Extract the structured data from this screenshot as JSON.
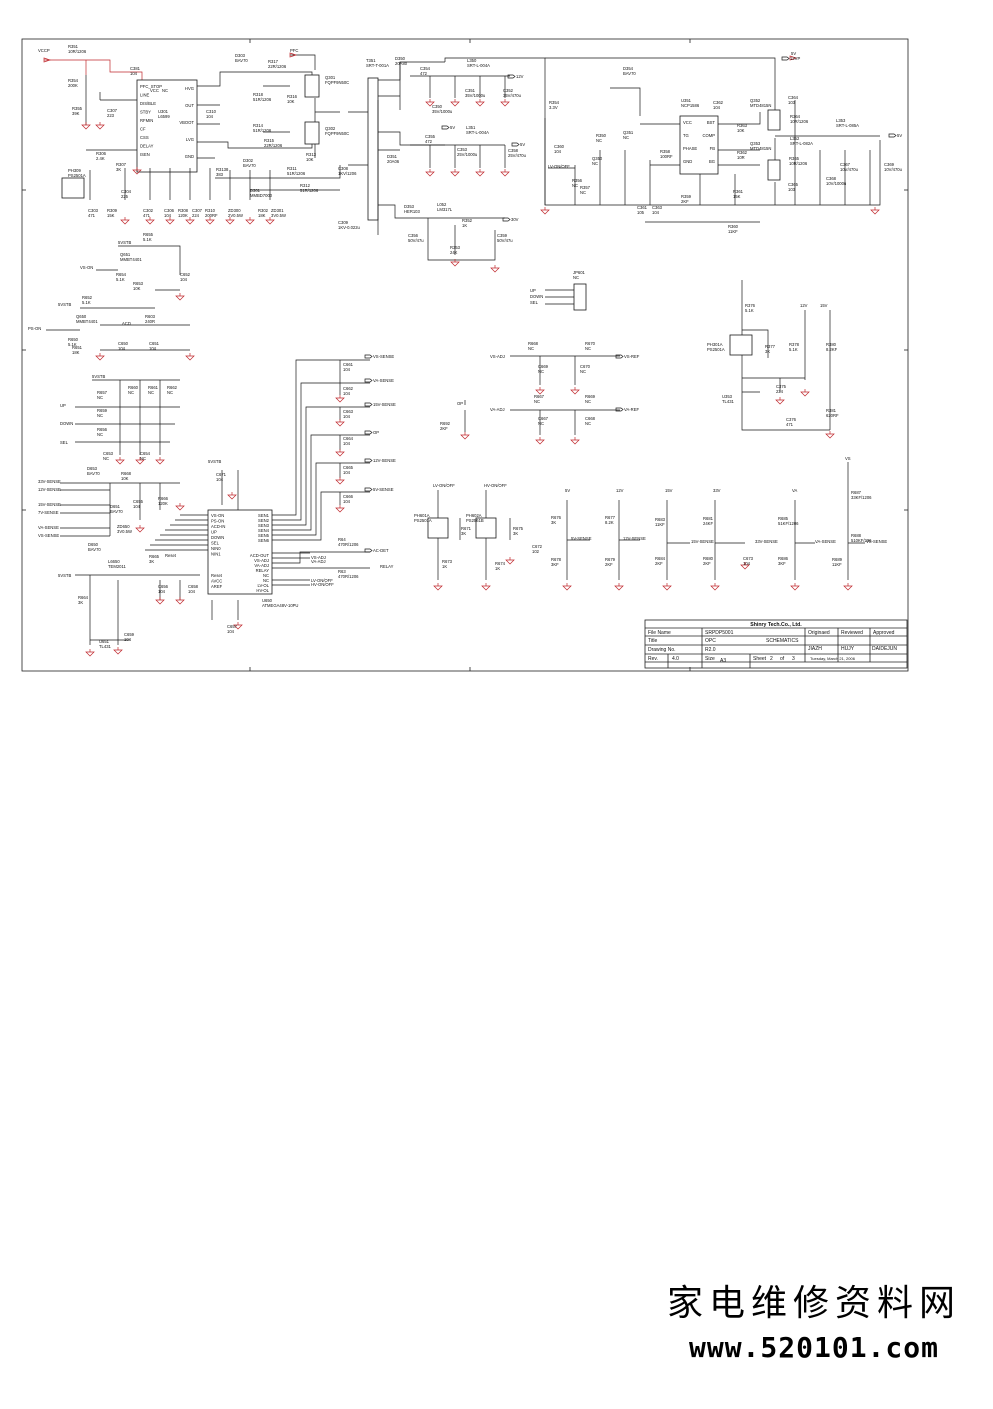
{
  "power_nets": [
    "VCCP",
    "PFC",
    "12V",
    "5V",
    "12VP",
    "5VSTB",
    "12V",
    "15V",
    "VS-ON",
    "PS-ON",
    "5VSTB",
    "LV-ON/OFF",
    "HV-ON/OFF"
  ],
  "components": {
    "r351": [
      "R351",
      "10R/1206"
    ],
    "c381": [
      "C381",
      "104"
    ],
    "r354": [
      "R354",
      "200K"
    ],
    "r355": [
      "R355",
      "39K"
    ],
    "c307": [
      "C307",
      "223"
    ],
    "u301": [
      "U301",
      "L6599"
    ],
    "d303": [
      "D303",
      "BAV70"
    ],
    "r317": [
      "R317",
      "22R/1206"
    ],
    "r318": [
      "R318",
      "51R/1206"
    ],
    "r316": [
      "R316",
      "10K"
    ],
    "q301": [
      "Q301",
      "FQPF9N50C"
    ],
    "c310": [
      "C310",
      "104"
    ],
    "r314": [
      "R314",
      "51R/1206"
    ],
    "r315": [
      "R315",
      "22R/1206"
    ],
    "d302": [
      "D302",
      "BAV70"
    ],
    "q302": [
      "Q302",
      "FQPF9N50C"
    ],
    "r313": [
      "R313",
      "10K"
    ],
    "r306": [
      "R306",
      "2.4K"
    ],
    "r307": [
      "R307",
      "3K"
    ],
    "r311": [
      "R311",
      "51R/1206"
    ],
    "r312": [
      "R312",
      "51R/1206"
    ],
    "d301": [
      "D301",
      "MMBD7000"
    ],
    "r3138": [
      "R3138",
      "383"
    ],
    "ph309": [
      "PH309",
      "PS2501A"
    ],
    "c303": [
      "C303",
      "471"
    ],
    "r309": [
      "R309",
      "15K"
    ],
    "c304": [
      "C304",
      "225"
    ],
    "c302": [
      "C302",
      "471"
    ],
    "c306": [
      "C306",
      "104"
    ],
    "r308": [
      "R308",
      "120K"
    ],
    "c307b": [
      "C307",
      "224"
    ],
    "r310": [
      "R310",
      "200RF"
    ],
    "zd300": [
      "ZD300",
      "2V0.5W"
    ],
    "r302": [
      "R302",
      "18K"
    ],
    "zd301": [
      "ZD301",
      "3V0.5W"
    ],
    "t351": [
      "T351",
      "SRT-T-001A"
    ],
    "c308": [
      "C308",
      "1KV/1206"
    ],
    "c309": [
      "C309",
      "1KV-0.022u"
    ],
    "d350": [
      "D350",
      "20A80"
    ],
    "c354": [
      "C354",
      "472"
    ],
    "l350": [
      "L350",
      "SRT-L-004A"
    ],
    "c350": [
      "C350",
      "35V/1000u"
    ],
    "c351": [
      "C351",
      "35V/1000u"
    ],
    "c352": [
      "C352",
      "35V/470u"
    ],
    "d351": [
      "D351",
      "20A06"
    ],
    "c355": [
      "C355",
      "472"
    ],
    "l351": [
      "L351",
      "SRT-L-004A"
    ],
    "c353": [
      "C353",
      "25V/1000u"
    ],
    "c358": [
      "C358",
      "25V/470u"
    ],
    "d353": [
      "D353",
      "HER103"
    ],
    "l052": [
      "L052",
      "LM317L"
    ],
    "r352": [
      "R352",
      "1K"
    ],
    "c356": [
      "C356",
      "50V/47u"
    ],
    "r353": [
      "R353",
      "24K"
    ],
    "c359": [
      "C359",
      "50V/47u"
    ],
    "d354": [
      "D354",
      "BAV70"
    ],
    "r354b": [
      "R354",
      "3.3V"
    ],
    "u351": [
      "U351",
      "NCP1586"
    ],
    "c362": [
      "C362",
      "104"
    ],
    "q352": [
      "Q352",
      "MTD4815N"
    ],
    "r363": [
      "R363",
      "10K"
    ],
    "c364": [
      "C364",
      "103"
    ],
    "r364": [
      "R364",
      "10R/1206"
    ],
    "l353": [
      "L353",
      "SRT-L-085A"
    ],
    "l352": [
      "L352",
      "SRT-L-082A"
    ],
    "q353": [
      "Q353",
      "MTD4815N"
    ],
    "r362": [
      "R362",
      "10R"
    ],
    "r365": [
      "R365",
      "10R/1206"
    ],
    "c367": [
      "C367",
      "10V/470u"
    ],
    "c368": [
      "C368",
      "10V/1000u"
    ],
    "c369": [
      "C369",
      "10V/470u"
    ],
    "c365": [
      "C365",
      "103"
    ],
    "r360": [
      "R360",
      "11KF"
    ],
    "r361": [
      "R361",
      "15K"
    ],
    "r359": [
      "R359",
      "2KF"
    ],
    "c361": [
      "C361",
      "105"
    ],
    "c363": [
      "C363",
      "104"
    ],
    "r358": [
      "R358",
      "100RF"
    ],
    "q351": [
      "Q351",
      "NC"
    ],
    "r356": [
      "R356",
      "NC"
    ],
    "c360": [
      "C360",
      "104"
    ],
    "q350": [
      "Q350",
      "NC"
    ],
    "r357": [
      "R357",
      "NC"
    ],
    "r350": [
      "R350",
      "NC"
    ],
    "r655": [
      "R655",
      "5.1K"
    ],
    "q651": [
      "Q651",
      "MMBT4401"
    ],
    "r654": [
      "R654",
      "5.1K"
    ],
    "r653": [
      "R653",
      "10K"
    ],
    "c652": [
      "C652",
      "104"
    ],
    "r652": [
      "R652",
      "5.1K"
    ],
    "q650": [
      "Q650",
      "MMBT4401"
    ],
    "r651": [
      "R651",
      "18K"
    ],
    "r650": [
      "R650",
      "5.1K"
    ],
    "r603": [
      "R603",
      "240R"
    ],
    "c650": [
      "C650",
      "104"
    ],
    "c651": [
      "C651",
      "104"
    ],
    "r657": [
      "R657",
      "NC"
    ],
    "r659": [
      "R659",
      "NC"
    ],
    "r656": [
      "R656",
      "NC"
    ],
    "r660": [
      "R660",
      "NC"
    ],
    "r661": [
      "R661",
      "NC"
    ],
    "r662": [
      "R662",
      "NC"
    ],
    "c653": [
      "C653",
      "NC"
    ],
    "c654": [
      "C654",
      "NC"
    ],
    "d653": [
      "D653",
      "BAV70"
    ],
    "d651": [
      "D651",
      "BAV70"
    ],
    "d650": [
      "D650",
      "BAV70"
    ],
    "r668": [
      "R668",
      "10K"
    ],
    "c655": [
      "C655",
      "104"
    ],
    "r666": [
      "R666",
      "120K"
    ],
    "zd650": [
      "ZD650",
      "3V0.5W"
    ],
    "r665": [
      "R665",
      "3K"
    ],
    "u650": [
      "U650",
      "ATMEGA48V-10PU"
    ],
    "c671": [
      "C671",
      "104"
    ],
    "l6650": [
      "L6650",
      "TEM2011"
    ],
    "c656": [
      "C656",
      "104"
    ],
    "c658": [
      "C658",
      "104"
    ],
    "c657": [
      "C657",
      "104"
    ],
    "r664": [
      "R664",
      "3K"
    ],
    "u651": [
      "U651",
      "TL431"
    ],
    "c659": [
      "C659",
      "104"
    ],
    "c661": [
      "C661",
      "104"
    ],
    "c662": [
      "C662",
      "104"
    ],
    "c663": [
      "C663",
      "104"
    ],
    "c664": [
      "C664",
      "104"
    ],
    "c665": [
      "C665",
      "104"
    ],
    "c666": [
      "C666",
      "104"
    ],
    "r64": [
      "R64",
      "470R/1206"
    ],
    "r63": [
      "R63",
      "470R/1206"
    ],
    "jp601": [
      "JP601",
      "NC"
    ],
    "r668b": [
      "R668",
      "NC"
    ],
    "r670": [
      "R670",
      "NC"
    ],
    "c669": [
      "C669",
      "NC"
    ],
    "c670": [
      "C670",
      "NC"
    ],
    "r667": [
      "R667",
      "NC"
    ],
    "r669": [
      "R669",
      "NC"
    ],
    "c667": [
      "C667",
      "NC"
    ],
    "c668": [
      "C668",
      "NC"
    ],
    "r692": [
      "R692",
      "2KF"
    ],
    "ph601a": [
      "PH601A",
      "PS2501A"
    ],
    "r671": [
      "R671",
      "3K"
    ],
    "r673": [
      "R673",
      "1K"
    ],
    "ph602a": [
      "PH602A",
      "PS2561B"
    ],
    "r675": [
      "R675",
      "3K"
    ],
    "r674": [
      "R674",
      "1K"
    ],
    "c672": [
      "C672",
      "102"
    ],
    "r676": [
      "R676",
      "3K"
    ],
    "r678": [
      "R678",
      "3KF"
    ],
    "r677": [
      "R677",
      "8.2K"
    ],
    "r679": [
      "R679",
      "2KF"
    ],
    "r683": [
      "R683",
      "11KF"
    ],
    "r684": [
      "R684",
      "2KF"
    ],
    "r681": [
      "R681",
      "24KF"
    ],
    "r680": [
      "R680",
      "2KF"
    ],
    "c673": [
      "C673",
      "104"
    ],
    "r685": [
      "R685",
      "51KF/1206"
    ],
    "r686": [
      "R686",
      "3KF"
    ],
    "r687": [
      "R687",
      "33KF/1206"
    ],
    "r688": [
      "R688",
      "510KF/206"
    ],
    "r689": [
      "R689",
      "11KF"
    ],
    "ph301a": [
      "PH301A",
      "PS2501A"
    ],
    "r376": [
      "R376",
      "5.1K"
    ],
    "r377": [
      "R377",
      "3K"
    ],
    "r378": [
      "R378",
      "5.1K"
    ],
    "r380": [
      "R380",
      "8.2KF"
    ],
    "c375": [
      "C375",
      "224"
    ],
    "u353": [
      "U353",
      "TL431"
    ],
    "c376": [
      "C376",
      "471"
    ],
    "r381": [
      "R381",
      "620RF"
    ]
  },
  "signals": {
    "s12v_out": "12V",
    "s5v_out": "5V",
    "s12vp": "12VP",
    "s5v_right": "5V",
    "s30v": "30V",
    "s5v_left": "5V",
    "vs_on": "VS-ON",
    "ps_on": "PS-ON",
    "s5vstb_a": "5VSTB",
    "s5vstb_b": "5VSTB",
    "s5vstb_c": "5VSTB",
    "s5vstb_d": "5VSTB",
    "up": "UP",
    "down": "DOWN",
    "sel": "SEL",
    "acd": "ACD",
    "s33v_sense": "33V-SENSE",
    "s12v_sense": "12V-SENSE",
    "s15v_sense": "15V-SENSE",
    "s7v_sense": "7V-SENSE",
    "va_sense_l": "VA-SENSE",
    "vs_sense_l": "VS-SENSE",
    "vs_sense_r": "VS-SENSE",
    "va_sense_r": "VA-SENSE",
    "s15v_sense_r": "15V-SENSE",
    "op": "OP",
    "s12v_sense_r": "12V-SENSE",
    "s5v_sense_r": "5V-SENSE",
    "ac_det": "AC-DET",
    "relay": "RELAY",
    "lv_onoff": "LV-ON/OFF",
    "hv_onoff": "HV-ON/OFF",
    "lv_onoff2": "LV-ON/OFF",
    "vs_adj": "VS-ADJ",
    "va_adj": "VA-ADJ",
    "vs_ref": "VS-REF",
    "va_ref": "VA-REF",
    "jp_up": "UP",
    "jp_down": "DOWN",
    "jp_sel": "SEL",
    "op2": "OP",
    "reset": "Reset",
    "s5v_col": "5V",
    "s12v_col": "12V",
    "s15v_col": "15V",
    "s33v_col": "33V",
    "va_col": "VA",
    "vs_col": "VS",
    "s5v_sense_b": "5V-SENSE",
    "s12v_sense_b": "12V-SENSE",
    "s15v_sense_b": "15V-SENSE",
    "s33v_sense_b": "33V-SENSE",
    "va_sense_b": "VA-SENSE",
    "vs_sense_b": "VS-SENSE",
    "s5vstb_e": "5VSTB",
    "s12v_top": "12V",
    "s15v_top": "15V",
    "vs_adj_in": "VS-ADJ",
    "va_adj_in": "VA-ADJ",
    "lv_pin": "LV-ON/OFF",
    "hv_pin": "HV-ON/OFF"
  },
  "ic_u301_pins": [
    "PFC_STOP",
    "LINE",
    "DIS/BLE",
    "STBY",
    "RFMIN",
    "CF",
    "CSS",
    "DELAY",
    "ISEN",
    "HVG",
    "OUT",
    "VBOOT",
    "LVG",
    "GND",
    "VCC",
    "NC"
  ],
  "ic_u650_pins_left": [
    "VS-ON",
    "PS-ON",
    "ACD-IN",
    "UP",
    "DOWN",
    "SEL",
    "NIN0",
    "NIN1",
    "Reset",
    "AVCC",
    "AREF"
  ],
  "ic_u650_pins_right": [
    "SEN1",
    "SEN2",
    "SEN3",
    "SEN4",
    "SEN5",
    "SEN6",
    "ACD-OUT",
    "VS-ADJ",
    "VA-ADJ",
    "RELAY",
    "NC",
    "NC",
    "LV-OL",
    "HV-OL"
  ],
  "ic_u351_pins": [
    "VCC",
    "BST",
    "TG",
    "COMP",
    "PHASE",
    "FB",
    "GND",
    "BG"
  ],
  "title_block": {
    "company": "Shinry Tech.Co., Ltd.",
    "file_name_label": "File Name",
    "file_name": "SRPDP5001",
    "title_label": "Title",
    "title": "OPC",
    "schematic_label": "SCHEMATICS",
    "drawing_no_label": "Drawing No.",
    "drawing_no": "R2.0",
    "rev_label": "Rev.",
    "rev": "4.0",
    "size_label": "Size",
    "size": "A3",
    "sheet_label": "Sheet",
    "sheet": "2",
    "of_label": "of",
    "of": "3",
    "originated_label": "Originaed",
    "reviewed_label": "Reviewed",
    "approved_label": "Approved",
    "originated": "JIAZH",
    "reviewed": "HUJY",
    "approved": "DAIDEJUN",
    "date": "Tuesday, March 21, 2006"
  },
  "watermark": {
    "cn": "家电维修资料网",
    "url": "www.520101.com"
  }
}
